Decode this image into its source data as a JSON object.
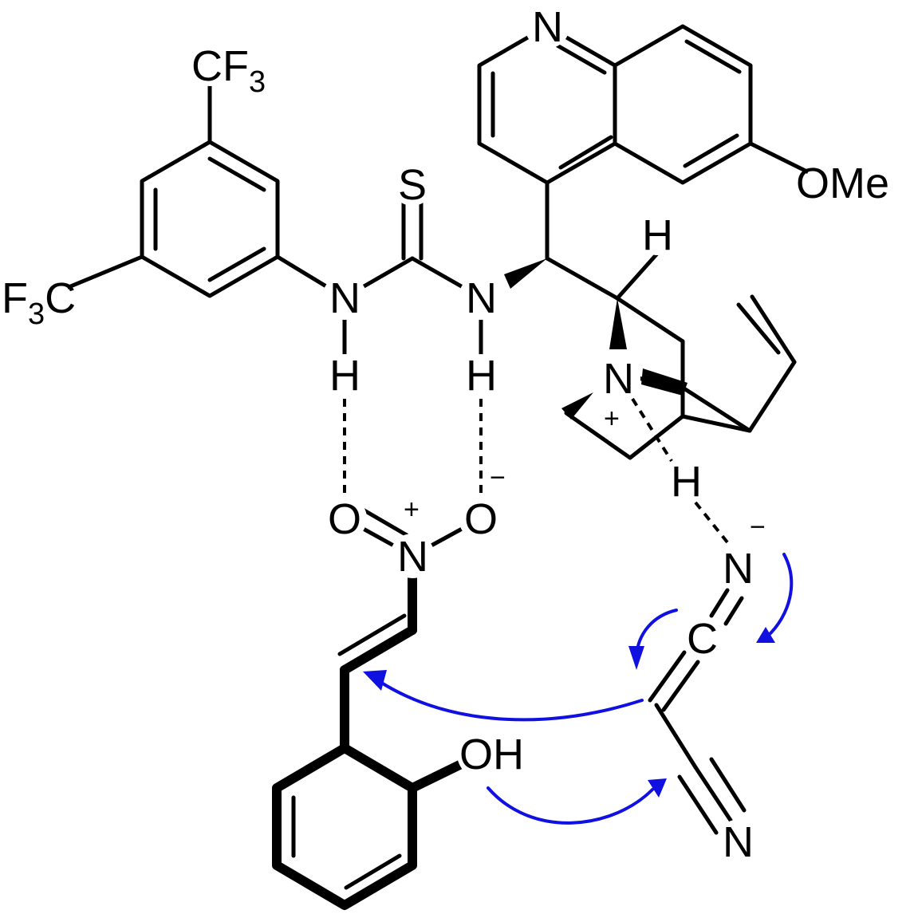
{
  "labels": {
    "cf3_top": {
      "main": "CF",
      "sub": "3"
    },
    "cf3_left": {
      "pre": "F",
      "sub": "3",
      "post": "C"
    },
    "s": "S",
    "n_thiourea_left": "N",
    "n_thiourea_right": "N",
    "h_left": "H",
    "h_right": "H",
    "n_quinoline": "N",
    "ome": "OMe",
    "h_bridge": "H",
    "n_quinuclidine": "N",
    "plus_quinuclidine": "+",
    "h_bottom": "H",
    "o_left": "O",
    "o_right": "O",
    "n_nitro": "N",
    "plus_nitro": "+",
    "minus_o": "−",
    "n_isocyanide": "N",
    "minus_n": "−",
    "c_allene": "C",
    "oh": "OH",
    "n_nitrile": "N"
  },
  "colors": {
    "bond": "#000000",
    "arrow": "#1010e0",
    "background": "#ffffff"
  }
}
